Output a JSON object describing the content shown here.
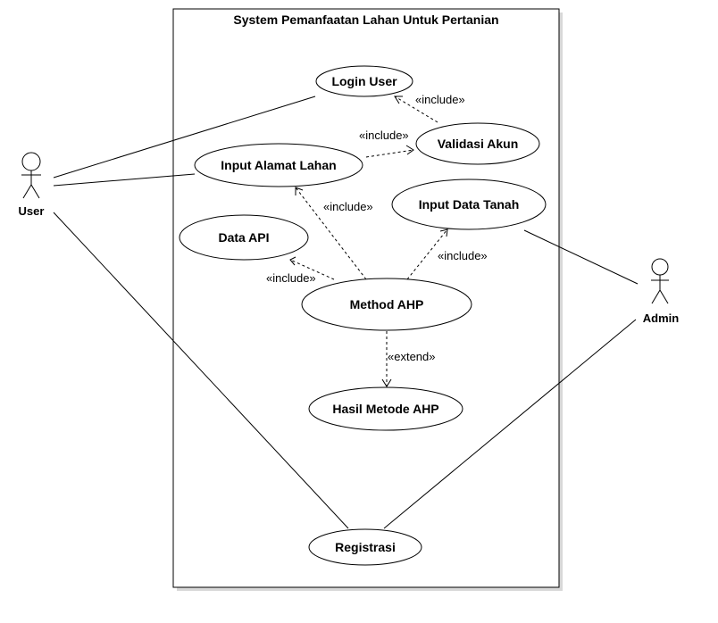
{
  "system": {
    "title": "System Pemanfaatan Lahan Untuk Pertanian"
  },
  "actors": {
    "user": "User",
    "admin": "Admin"
  },
  "use_cases": {
    "login_user": "Login User",
    "validasi_akun": "Validasi Akun",
    "input_alamat_lahan": "Input Alamat Lahan",
    "input_data_tanah": "Input Data Tanah",
    "data_api": "Data API",
    "method_ahp": "Method AHP",
    "hasil_metode_ahp": "Hasil Metode AHP",
    "registrasi": "Registrasi"
  },
  "relations": {
    "validasi_to_login": "«include»",
    "alamat_to_validasi": "«include»",
    "ahp_to_alamat": "«include»",
    "ahp_to_tanah": "«include»",
    "ahp_to_api": "«include»",
    "ahp_to_hasil": "«extend»"
  }
}
